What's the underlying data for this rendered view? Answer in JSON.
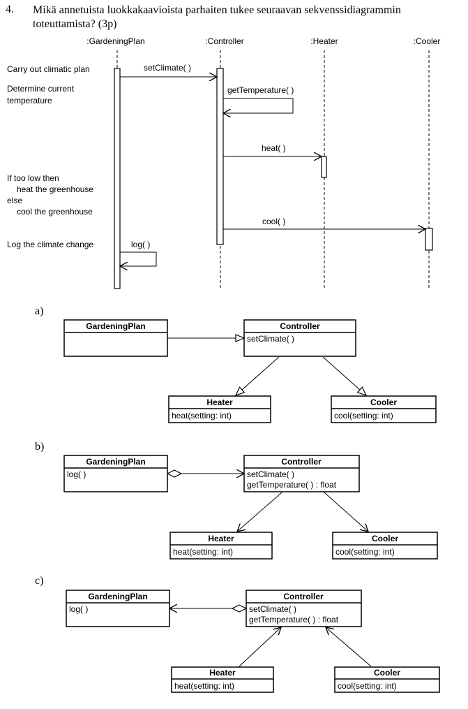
{
  "question": {
    "number": "4.",
    "text": "Mikä annetuista luokkakaavioista parhaiten tukee seuraavan sekvenssidiagrammin toteuttamista? (3p)"
  },
  "sequence": {
    "lifelines": [
      ":GardeningPlan",
      ":Controller",
      ":Heater",
      ":Cooler"
    ],
    "notes": {
      "carry_out": "Carry out climatic plan",
      "determine_1": "Determine current",
      "determine_2": "temperature",
      "cond_1": "If too low then",
      "cond_2": "heat the greenhouse",
      "cond_3": "else",
      "cond_4": "cool the greenhouse",
      "log_change": "Log the climate change"
    },
    "messages": {
      "set_climate": "setClimate( )",
      "get_temperature": "getTemperature( )",
      "heat": "heat( )",
      "cool": "cool( )",
      "log": "log( )"
    }
  },
  "options": {
    "a": {
      "label": "a)",
      "gardening_plan": {
        "name": "GardeningPlan",
        "ops": []
      },
      "controller": {
        "name": "Controller",
        "ops": [
          "setClimate( )"
        ]
      },
      "heater": {
        "name": "Heater",
        "ops": [
          "heat(setting: int)"
        ]
      },
      "cooler": {
        "name": "Cooler",
        "ops": [
          "cool(setting: int)"
        ]
      }
    },
    "b": {
      "label": "b)",
      "gardening_plan": {
        "name": "GardeningPlan",
        "ops": [
          "log( )"
        ]
      },
      "controller": {
        "name": "Controller",
        "ops": [
          "setClimate( )",
          "getTemperature( ) : float"
        ]
      },
      "heater": {
        "name": "Heater",
        "ops": [
          "heat(setting: int)"
        ]
      },
      "cooler": {
        "name": "Cooler",
        "ops": [
          "cool(setting: int)"
        ]
      }
    },
    "c": {
      "label": "c)",
      "gardening_plan": {
        "name": "GardeningPlan",
        "ops": [
          "log( )"
        ]
      },
      "controller": {
        "name": "Controller",
        "ops": [
          "setClimate( )",
          "getTemperature( ) : float"
        ]
      },
      "heater": {
        "name": "Heater",
        "ops": [
          "heat(setting: int)"
        ]
      },
      "cooler": {
        "name": "Cooler",
        "ops": [
          "cool(setting: int)"
        ]
      }
    }
  }
}
